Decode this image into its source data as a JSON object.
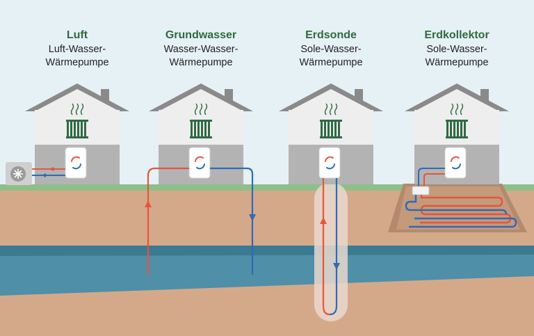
{
  "columns": [
    {
      "title": "Luft",
      "line1": "Luft-Wasser-",
      "line2": "Wärmepumpe"
    },
    {
      "title": "Grundwasser",
      "line1": "Wasser-Wasser-",
      "line2": "Wärmepumpe"
    },
    {
      "title": "Erdsonde",
      "line1": "Sole-Wasser-",
      "line2": "Wärmepumpe"
    },
    {
      "title": "Erdkollektor",
      "line1": "Sole-Wasser-",
      "line2": "Wärmepumpe"
    }
  ],
  "colors": {
    "sky": "#e6f1f6",
    "grass": "#8fbf88",
    "soil": "#d4a98a",
    "water": "#4f8fa8",
    "water_dark": "#3a7a93",
    "house": "#eeeeee",
    "house_base": "#b3b3b3",
    "roof": "#8a8a8a",
    "title_green": "#2e6b3a",
    "warm": "#e5553b",
    "cold": "#2e6bb5",
    "radiator": "#2f6b44"
  },
  "icons": [
    "heat-pump-cycle-icon",
    "radiator-icon",
    "heat-waves-icon",
    "fan-icon",
    "arrow-up-icon",
    "arrow-down-icon"
  ]
}
